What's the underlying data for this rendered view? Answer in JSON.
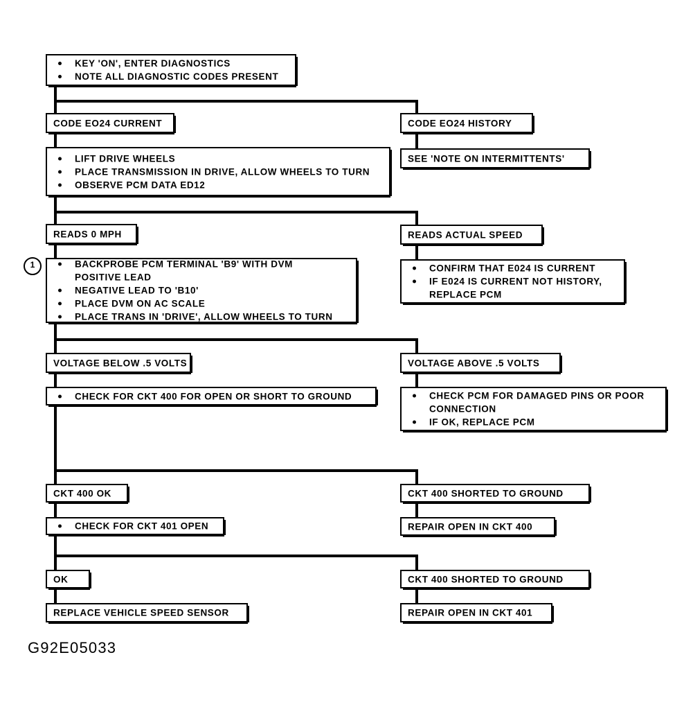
{
  "figure": {
    "caption": "G92E05033",
    "marker_1": "1"
  },
  "nodes": {
    "start": {
      "bullets": [
        "KEY 'ON', ENTER DIAGNOSTICS",
        "NOTE ALL DIAGNOSTIC CODES PRESENT"
      ]
    },
    "code_current": {
      "label": "CODE EO24 CURRENT"
    },
    "code_history": {
      "label": "CODE EO24 HISTORY"
    },
    "see_note": {
      "label": "SEE 'NOTE ON INTERMITTENTS'"
    },
    "lift_wheels": {
      "bullets": [
        "LIFT DRIVE WHEELS",
        "PLACE TRANSMISSION IN DRIVE, ALLOW WHEELS TO TURN",
        "OBSERVE PCM DATA ED12"
      ]
    },
    "reads_0mph": {
      "label": "READS 0 MPH"
    },
    "reads_actual": {
      "label": "READS ACTUAL SPEED"
    },
    "backprobe": {
      "bullets": [
        "BACKPROBE PCM TERMINAL 'B9' WITH DVM\nPOSITIVE LEAD",
        "NEGATIVE LEAD TO 'B10'",
        "PLACE DVM ON AC SCALE",
        "PLACE TRANS IN 'DRIVE', ALLOW WHEELS TO TURN"
      ]
    },
    "confirm_current": {
      "bullets": [
        "CONFIRM THAT E024 IS CURRENT",
        "IF E024 IS CURRENT NOT HISTORY,\nREPLACE PCM"
      ]
    },
    "voltage_below": {
      "label": "VOLTAGE BELOW .5 VOLTS"
    },
    "voltage_above": {
      "label": "VOLTAGE ABOVE .5 VOLTS"
    },
    "check_ckt400": {
      "bullets": [
        "CHECK FOR CKT 400 FOR OPEN OR SHORT TO GROUND"
      ]
    },
    "check_pcm_pins": {
      "bullets": [
        "CHECK PCM FOR DAMAGED PINS OR POOR\nCONNECTION",
        "IF OK, REPLACE PCM"
      ]
    },
    "ckt400_ok": {
      "label": "CKT 400 OK"
    },
    "ckt400_shorted_1": {
      "label": "CKT 400 SHORTED TO GROUND"
    },
    "check_ckt401": {
      "bullets": [
        "CHECK FOR CKT 401 OPEN"
      ]
    },
    "repair_open_400": {
      "label": "REPAIR OPEN IN CKT 400"
    },
    "ok": {
      "label": "OK"
    },
    "ckt400_shorted_2": {
      "label": "CKT 400 SHORTED TO GROUND"
    },
    "replace_vss": {
      "label": "REPLACE VEHICLE SPEED SENSOR"
    },
    "repair_open_401": {
      "label": "REPAIR OPEN IN CKT 401"
    }
  },
  "colors": {
    "line": "#000000",
    "background": "#ffffff"
  }
}
